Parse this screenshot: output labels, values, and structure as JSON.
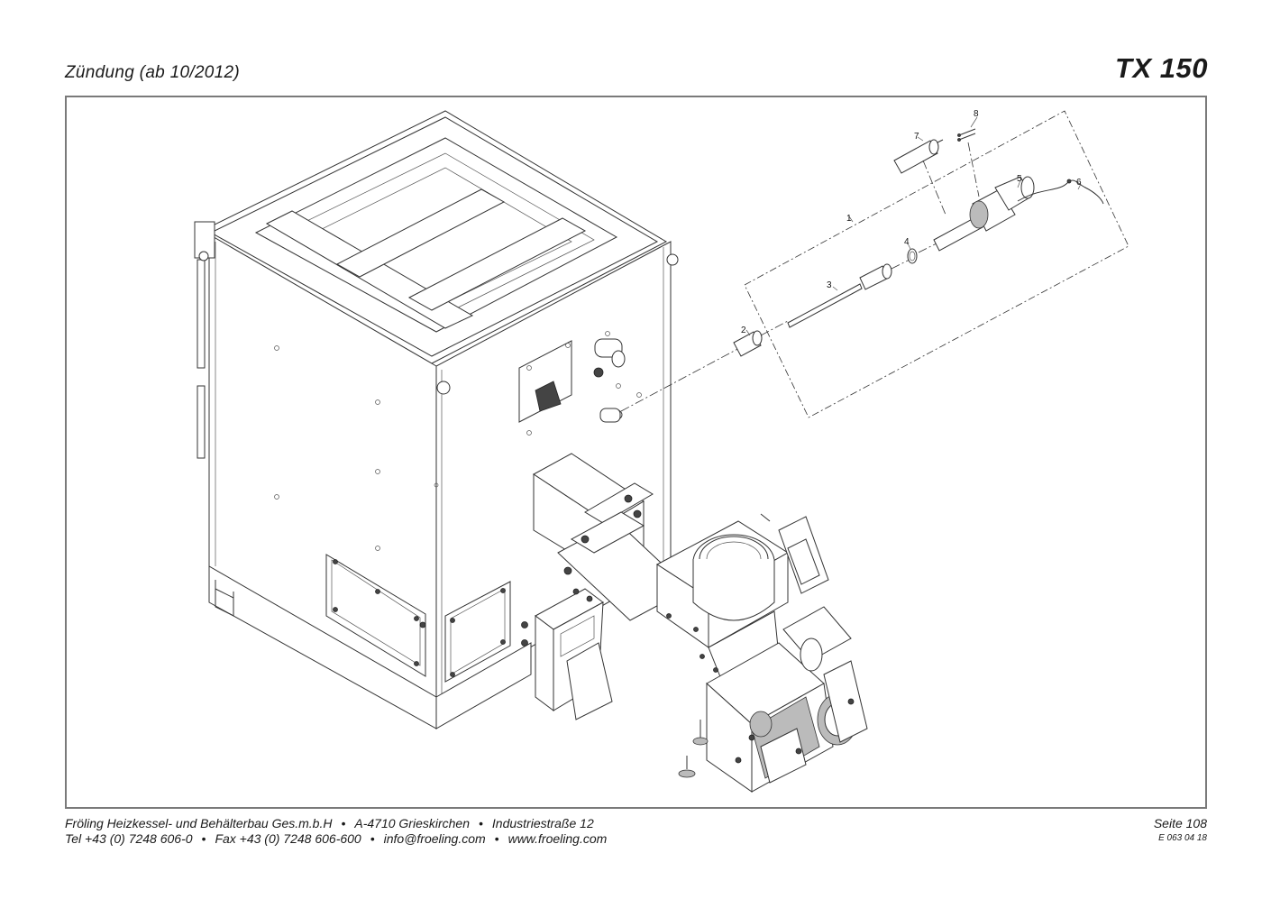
{
  "header": {
    "title": "Zündung (ab 10/2012)",
    "model": "TX 150"
  },
  "diagram": {
    "callouts": [
      {
        "id": "c1",
        "label": "1"
      },
      {
        "id": "c2",
        "label": "2"
      },
      {
        "id": "c3",
        "label": "3"
      },
      {
        "id": "c4",
        "label": "4"
      },
      {
        "id": "c5",
        "label": "5"
      },
      {
        "id": "c6",
        "label": "6"
      },
      {
        "id": "c7",
        "label": "7"
      },
      {
        "id": "c8",
        "label": "8"
      }
    ]
  },
  "footer": {
    "company": "Fröling Heizkessel- und Behälterbau Ges.m.b.H",
    "address_city": "A-4710 Grieskirchen",
    "address_street": "Industriestraße 12",
    "phone": "Tel +43 (0) 7248 606-0",
    "fax": "Fax +43 (0) 7248 606-600",
    "email": "info@froeling.com",
    "website": "www.froeling.com",
    "separator": "•",
    "page": "Seite 108",
    "doc_code": "E 063 04 18"
  }
}
